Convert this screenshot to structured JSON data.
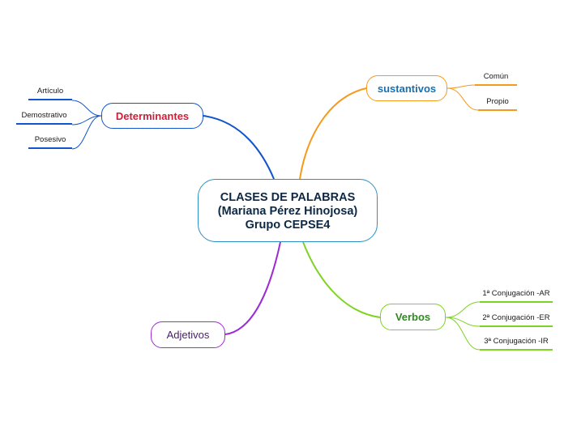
{
  "central": {
    "title": "CLASES DE PALABRAS\n(Mariana Pérez Hinojosa)\nGrupo CEPSE4"
  },
  "branches": {
    "determinantes": {
      "label": "Determinantes",
      "color": "#1155cc",
      "text_color": "#cc1f3a",
      "children": [
        "Artículo",
        "Demostrativo",
        "Posesivo"
      ]
    },
    "sustantivos": {
      "label": "sustantivos",
      "color": "#f59a1c",
      "text_color": "#1a6fae",
      "children": [
        "Común",
        "Propio"
      ]
    },
    "verbos": {
      "label": "Verbos",
      "color": "#7ed321",
      "text_color": "#2e8a1e",
      "children": [
        "1ª Conjugación -AR",
        "2ª Conjugación -ER",
        "3ª Conjugación -IR"
      ]
    },
    "adjetivos": {
      "label": "Adjetivos",
      "color": "#9d2cd6",
      "text_color": "#4a1d6b",
      "children": []
    }
  }
}
